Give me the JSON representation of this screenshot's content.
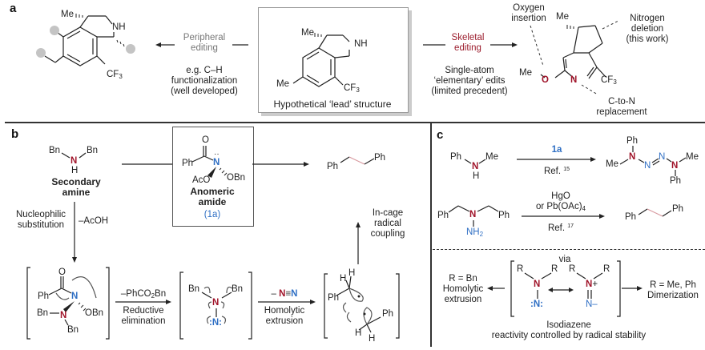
{
  "panels": {
    "a": {
      "label": "a",
      "left_arrow": {
        "line1": "Peripheral",
        "line2": "editing",
        "desc1": "e.g. C–H",
        "desc2": "functionalization",
        "desc3": "(well developed)"
      },
      "center_caption": "Hypothetical ‘lead’ structure",
      "right_arrow": {
        "line1": "Skeletal",
        "line2": "editing",
        "desc1": "Single-atom",
        "desc2": "‘elementary’ edits",
        "desc3": "(limited precedent)"
      },
      "annotations": {
        "oxygen1": "Oxygen",
        "oxygen2": "insertion",
        "nitrogen1": "Nitrogen",
        "nitrogen2": "deletion",
        "nitrogen3": "(this work)",
        "cton1": "C-to-N",
        "cton2": "replacement"
      },
      "atoms": {
        "me": "Me",
        "nh": "NH",
        "cf3": "CF",
        "cf3_sub": "3",
        "o": "O",
        "n": "N"
      }
    },
    "b": {
      "label": "b",
      "secondary_amine": {
        "bn": "Bn",
        "n": "N",
        "h": "H",
        "name1": "Secondary",
        "name2": "amine"
      },
      "anomeric_amide": {
        "o": "O",
        "ph": "Ph",
        "n": "N",
        "aco": "AcO",
        "obn": "OBn",
        "name1": "Anomeric",
        "name2": "amide",
        "id": "(1a)"
      },
      "product": {
        "ph": "Ph"
      },
      "step1": {
        "label1": "Nucleophilic",
        "label2": "substitution",
        "reagent": "–AcOH"
      },
      "step2": {
        "reagent": "–PhCO",
        "reagent_sub": "2",
        "reagent_end": "Bn",
        "label1": "Reductive",
        "label2": "elimination"
      },
      "step3": {
        "dash": "–",
        "n1": "N",
        "triple": "≡",
        "n2": "N",
        "label1": "Homolytic",
        "label2": "extrusion"
      },
      "step4": {
        "label1": "In-cage",
        "label2": "radical",
        "label3": "coupling"
      },
      "intermediate1": {
        "o": "O",
        "ph": "Ph",
        "n": "N",
        "obn": "OBn",
        "bn": "Bn",
        "n2": "N"
      },
      "intermediate2": {
        "bn": "Bn",
        "n": "N",
        "n2": ":N:"
      },
      "intermediate3": {
        "h": "H",
        "ph": "Ph"
      }
    },
    "c": {
      "label": "c",
      "rxn1": {
        "ph": "Ph",
        "n": "N",
        "me": "Me",
        "h": "H",
        "reagent": "1a",
        "ref": "Ref. ",
        "ref_num": "15"
      },
      "rxn1_product": {
        "ph": "Ph",
        "me": "Me",
        "n": "N"
      },
      "rxn2": {
        "ph": "Ph",
        "n": "N",
        "nh2": "NH",
        "nh2_sub": "2",
        "reagent1": "HgO",
        "reagent2": "or Pb(OAc)",
        "reagent2_sub": "4",
        "ref": "Ref. ",
        "ref_num": "17"
      },
      "isodiazene": {
        "via": "via",
        "left1": "R = Bn",
        "left2": "Homolytic",
        "left3": "extrusion",
        "right1": "R = Me, Ph",
        "right2": "Dimerization",
        "r": "R",
        "n": "N",
        "n_lone": ":N:",
        "plus": "+",
        "minus": "N–",
        "caption1": "Isodiazene",
        "caption2": "reactivity controlled by radical stability"
      }
    }
  },
  "colors": {
    "nitrogen_red": "#a0142a",
    "nitrogen_blue": "#2f6fc4",
    "skeletal_red": "#9b1c2c",
    "gray_text": "#777777",
    "gray_dot": "#c4c4c4"
  }
}
